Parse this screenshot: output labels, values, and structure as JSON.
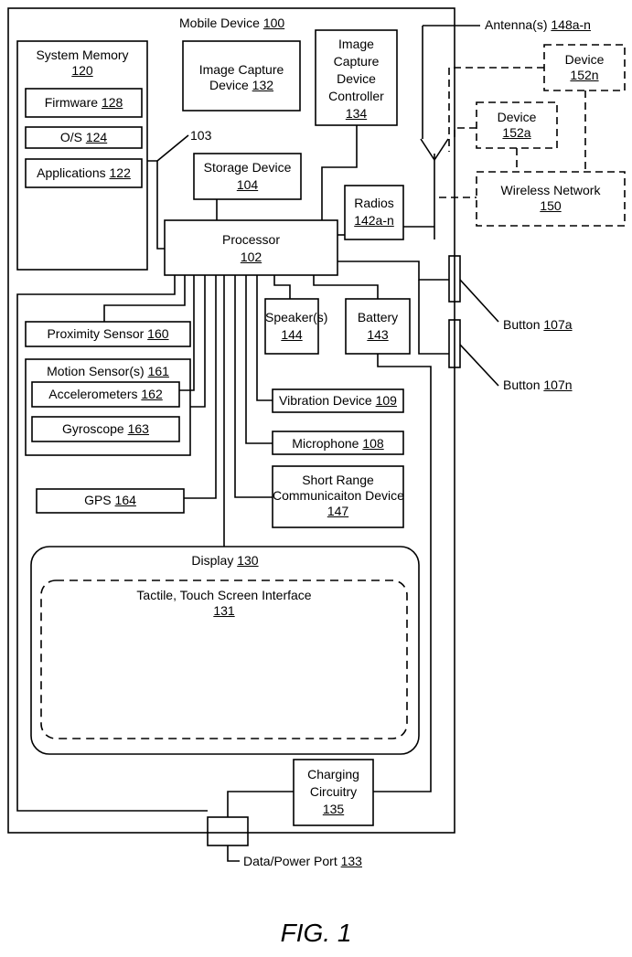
{
  "mobile_device": {
    "name": "Mobile Device",
    "ref": "100"
  },
  "system_memory": {
    "name": "System Memory",
    "ref": "120"
  },
  "firmware": {
    "name": "Firmware",
    "ref": "128"
  },
  "os": {
    "name": "O/S",
    "ref": "124"
  },
  "applications": {
    "name": "Applications",
    "ref": "122"
  },
  "bus_ref": "103",
  "image_capture_device": {
    "line1": "Image Capture",
    "line2": "Device",
    "ref": "132"
  },
  "icd_controller": {
    "line1": "Image",
    "line2": "Capture",
    "line3": "Device",
    "line4": "Controller",
    "ref": "134"
  },
  "storage_device": {
    "name": "Storage Device",
    "ref": "104"
  },
  "radios": {
    "name": "Radios",
    "ref": "142a-n"
  },
  "processor": {
    "name": "Processor",
    "ref": "102"
  },
  "antenna": {
    "name": "Antenna(s)",
    "ref": "148a-n"
  },
  "device_n": {
    "name": "Device",
    "ref": "152n"
  },
  "device_a": {
    "name": "Device",
    "ref": "152a"
  },
  "wireless_network": {
    "name": "Wireless Network",
    "ref": "150"
  },
  "proximity_sensor": {
    "name": "Proximity Sensor",
    "ref": "160"
  },
  "motion_sensors": {
    "name": "Motion Sensor(s)",
    "ref": "161"
  },
  "accelerometers": {
    "name": "Accelerometers",
    "ref": "162"
  },
  "gyroscope": {
    "name": "Gyroscope",
    "ref": "163"
  },
  "speakers": {
    "name": "Speaker(s)",
    "ref": "144"
  },
  "battery": {
    "name": "Battery",
    "ref": "143"
  },
  "button_a": {
    "name": "Button",
    "ref": "107a"
  },
  "button_n": {
    "name": "Button",
    "ref": "107n"
  },
  "vibration_device": {
    "name": "Vibration Device",
    "ref": "109"
  },
  "microphone": {
    "name": "Microphone",
    "ref": "108"
  },
  "gps": {
    "name": "GPS",
    "ref": "164"
  },
  "short_range": {
    "line1": "Short Range",
    "line2": "Communicaiton Device",
    "ref": "147"
  },
  "display": {
    "name": "Display",
    "ref": "130"
  },
  "touch_screen": {
    "name": "Tactile, Touch Screen Interface",
    "ref": "131"
  },
  "charging": {
    "line1": "Charging",
    "line2": "Circuitry",
    "ref": "135"
  },
  "data_port": {
    "name": "Data/Power Port",
    "ref": "133"
  },
  "figure_label": "FIG. 1"
}
